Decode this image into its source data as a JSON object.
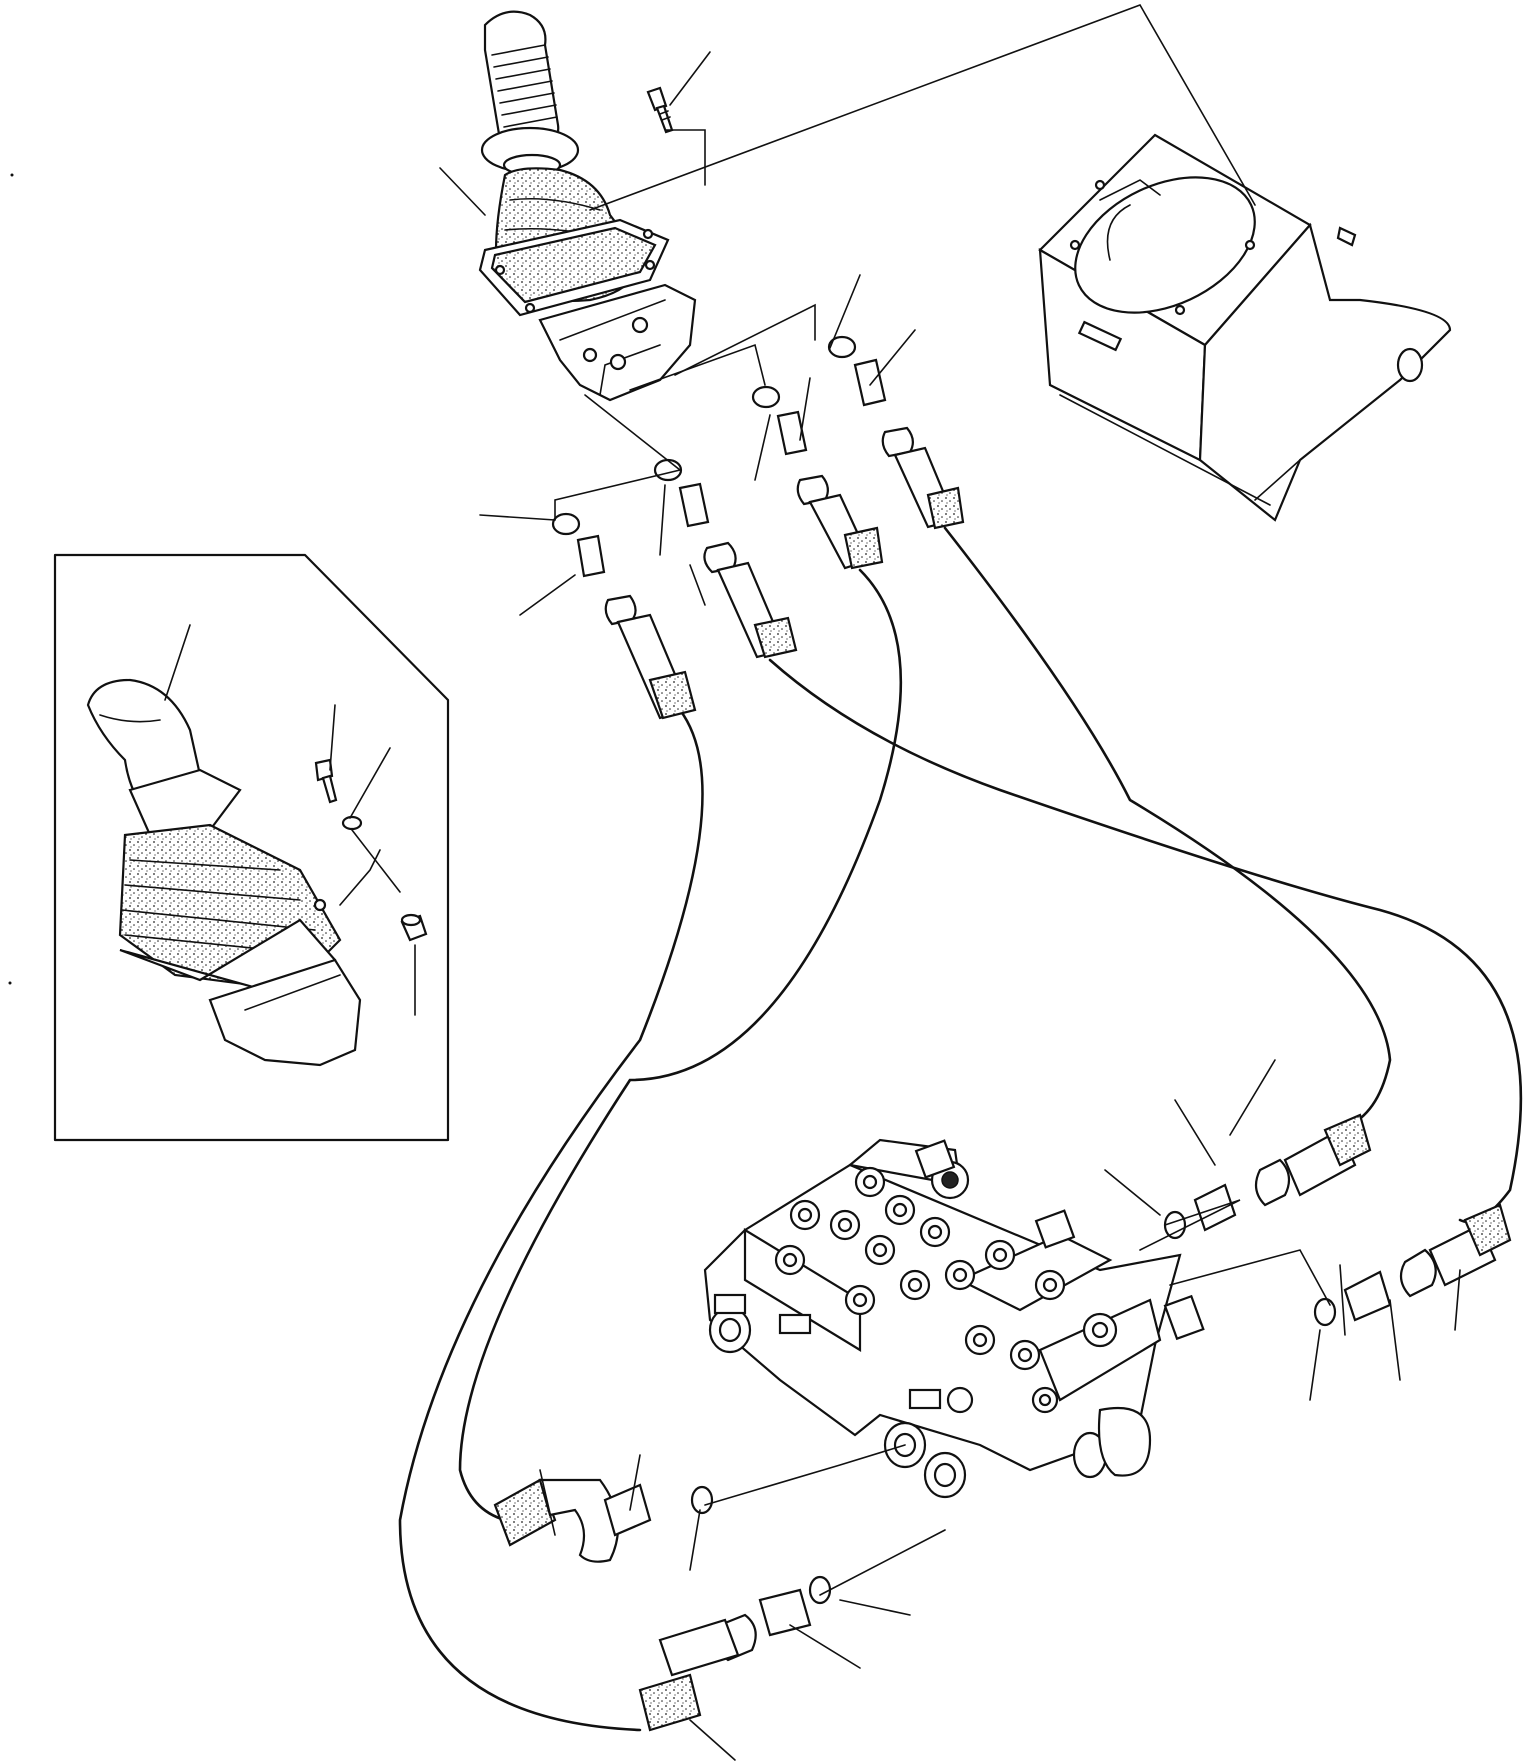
{
  "figure": {
    "kind": "exploded parts diagram",
    "callout_labels": "none printed",
    "components": [
      "joystick-control-lever",
      "alternate-joystick-inset",
      "cab-console-mount",
      "control-valve-block",
      "pilot-hoses",
      "hose-fittings",
      "o-rings",
      "mounting-screws"
    ]
  }
}
